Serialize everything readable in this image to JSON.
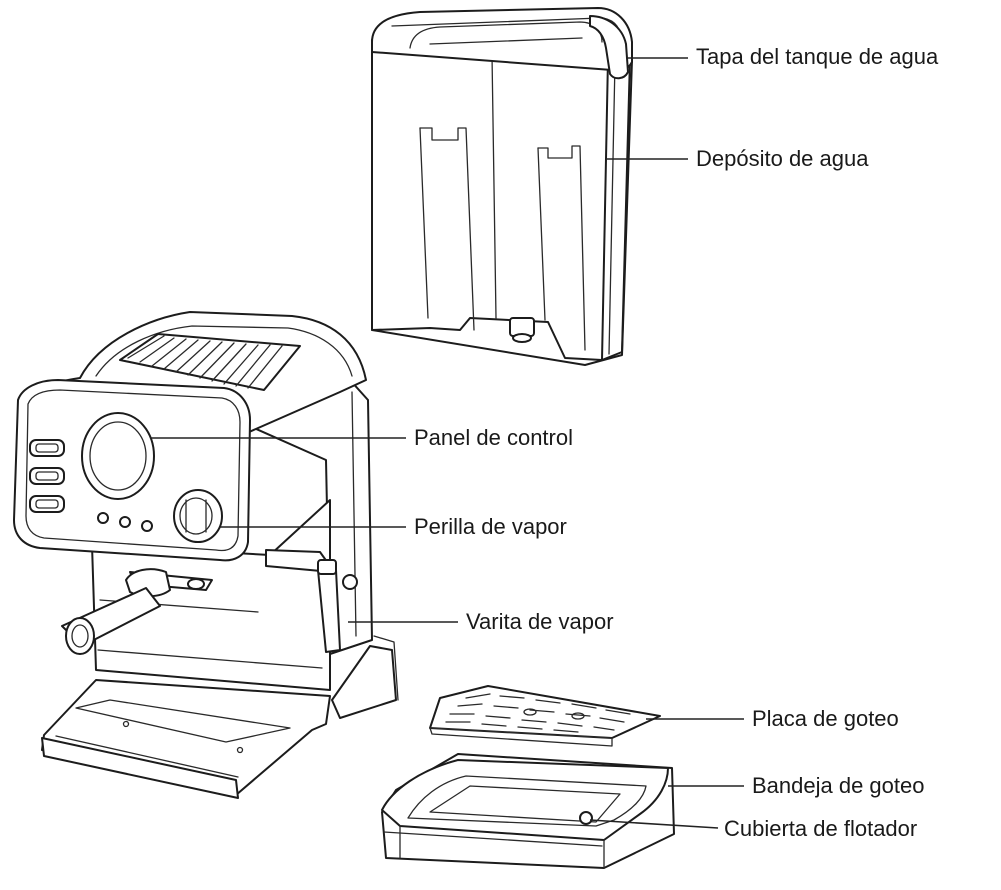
{
  "labels": {
    "water_tank_lid": "Tapa del tanque de agua",
    "water_tank": "Depósito de agua",
    "control_panel": "Panel de control",
    "steam_knob": "Perilla de vapor",
    "steam_wand": "Varita de vapor",
    "drip_plate": "Placa de goteo",
    "drip_tray": "Bandeja de goteo",
    "float_cover": "Cubierta de flotador"
  }
}
